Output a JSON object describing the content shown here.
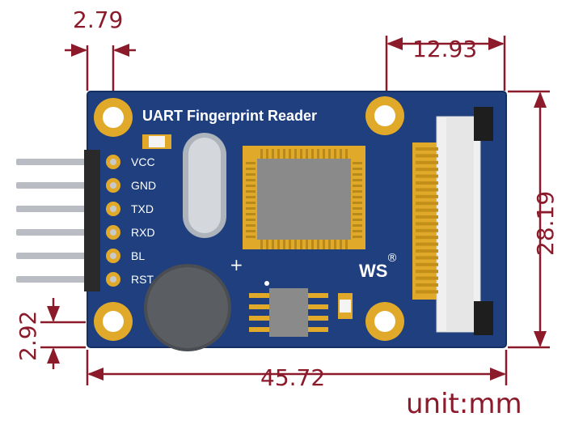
{
  "board": {
    "title": "UART Fingerprint Reader",
    "pins": [
      "VCC",
      "GND",
      "TXD",
      "RXD",
      "BL",
      "RST"
    ],
    "buzzer_mark": "+",
    "logo": "WS",
    "registered_mark": "®"
  },
  "dimensions": {
    "top_left": "2.79",
    "top_right": "12.93",
    "right_height": "28.19",
    "bottom_width": "45.72",
    "left_bottom": "2.92"
  },
  "unit_label": "unit:mm",
  "colors": {
    "pcb": "#1f3f7f",
    "dimension": "#8b1a2b",
    "gold": "#e0a92a",
    "chip": "#8a8a8a"
  }
}
